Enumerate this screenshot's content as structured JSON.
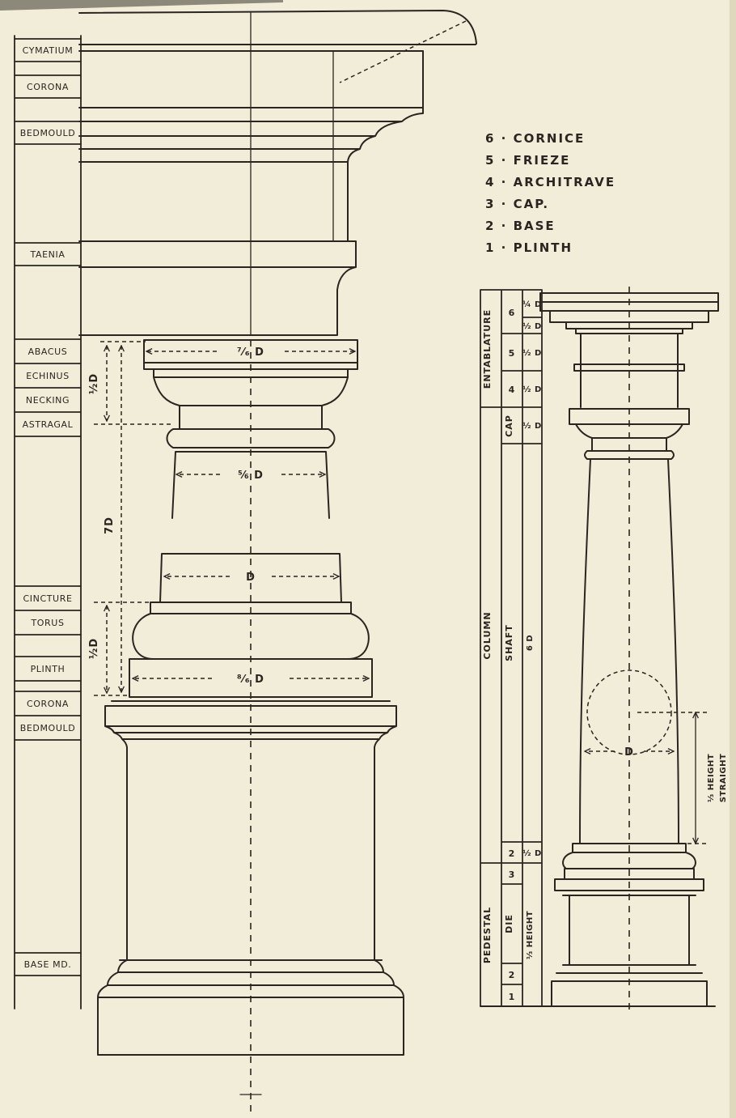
{
  "page": {
    "background": "#f2edd9",
    "ink": "#2a2521"
  },
  "legend": {
    "items": [
      "6 · CORNICE",
      "5 · FRIEZE",
      "4 · ARCHITRAVE",
      "3 · CAP.",
      "2 · BASE",
      "1 · PLINTH"
    ]
  },
  "moulding_labels": [
    "CYMATIUM",
    "CORONA",
    "BEDMOULD",
    "TAENIA",
    "ABACUS",
    "ECHINUS",
    "NECKING",
    "ASTRAGAL",
    "CINCTURE",
    "TORUS",
    "PLINTH",
    "CORONA",
    "BEDMOULD",
    "BASE MD."
  ],
  "detail_dims": {
    "abacus_width": "⁷⁄₆ D",
    "neck_width": "⅚ D",
    "shaft_diameter": "D",
    "plinth_width": "⁸⁄₆ D",
    "column_height": "7D",
    "cap_height": "½D",
    "base_height": "½D"
  },
  "order_table": {
    "entablature": "ENTABLATURE",
    "column": "COLUMN",
    "pedestal": "PEDESTAL",
    "cornice_num": "6",
    "cornice_val_a": "¼ D",
    "cornice_val_b": "½ D",
    "frieze_num": "5",
    "frieze_val": "½ D",
    "architrave_num": "4",
    "architrave_val": "½ D",
    "cap": "CAP",
    "cap_val": "½ D",
    "shaft": "SHAFT",
    "shaft_val": "6 D",
    "column_base_num": "2",
    "column_base_val": "½ D",
    "pedestal_cap_num": "3",
    "die": "DIE",
    "pedestal_base_num": "2",
    "pedestal_plinth_num": "1",
    "pedestal_height": "⅓ HEIGHT"
  },
  "elevation": {
    "diameter": "D",
    "straight_line1": "⅓ HEIGHT",
    "straight_line2": "STRAIGHT"
  }
}
